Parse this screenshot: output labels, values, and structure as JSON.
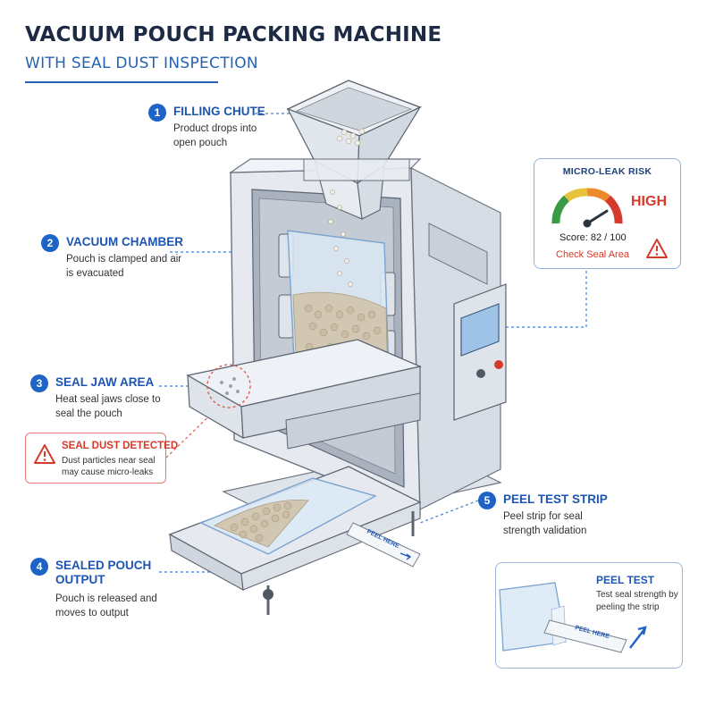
{
  "header": {
    "title": "VACUUM POUCH PACKING MACHINE",
    "subtitle": "WITH SEAL DUST INSPECTION"
  },
  "callouts": [
    {
      "number": "1",
      "title": "FILLING CHUTE",
      "description": "Product drops into open pouch"
    },
    {
      "number": "2",
      "title": "VACUUM CHAMBER",
      "description": "Pouch is clamped and air is evacuated"
    },
    {
      "number": "3",
      "title": "SEAL JAW AREA",
      "description": "Heat seal jaws close to seal the pouch"
    },
    {
      "number": "4",
      "title": "SEALED POUCH OUTPUT",
      "description": "Pouch is released and moves to output"
    },
    {
      "number": "5",
      "title": "PEEL TEST STRIP",
      "description": "Peel strip for seal strength validation"
    }
  ],
  "risk_panel": {
    "title": "MICRO-LEAK RISK",
    "level": "HIGH",
    "score_text": "Score: 82 / 100",
    "score": 82,
    "score_max": 100,
    "action": "Check Seal Area",
    "level_color": "#d63a2a"
  },
  "dust_alert": {
    "title": "SEAL DUST DETECTED",
    "description": "Dust particles near seal may cause micro-leaks",
    "color": "#d63a2a"
  },
  "peel_test": {
    "title": "PEEL TEST",
    "description": "Test seal strength by peeling the strip"
  },
  "strip_label": "PEEL HERE",
  "colors": {
    "accent": "#1e63c6",
    "alert": "#d63a2a",
    "machine": "#e6eaf0"
  },
  "icons": [
    "warning-icon",
    "gauge-icon",
    "arrow-icon"
  ]
}
